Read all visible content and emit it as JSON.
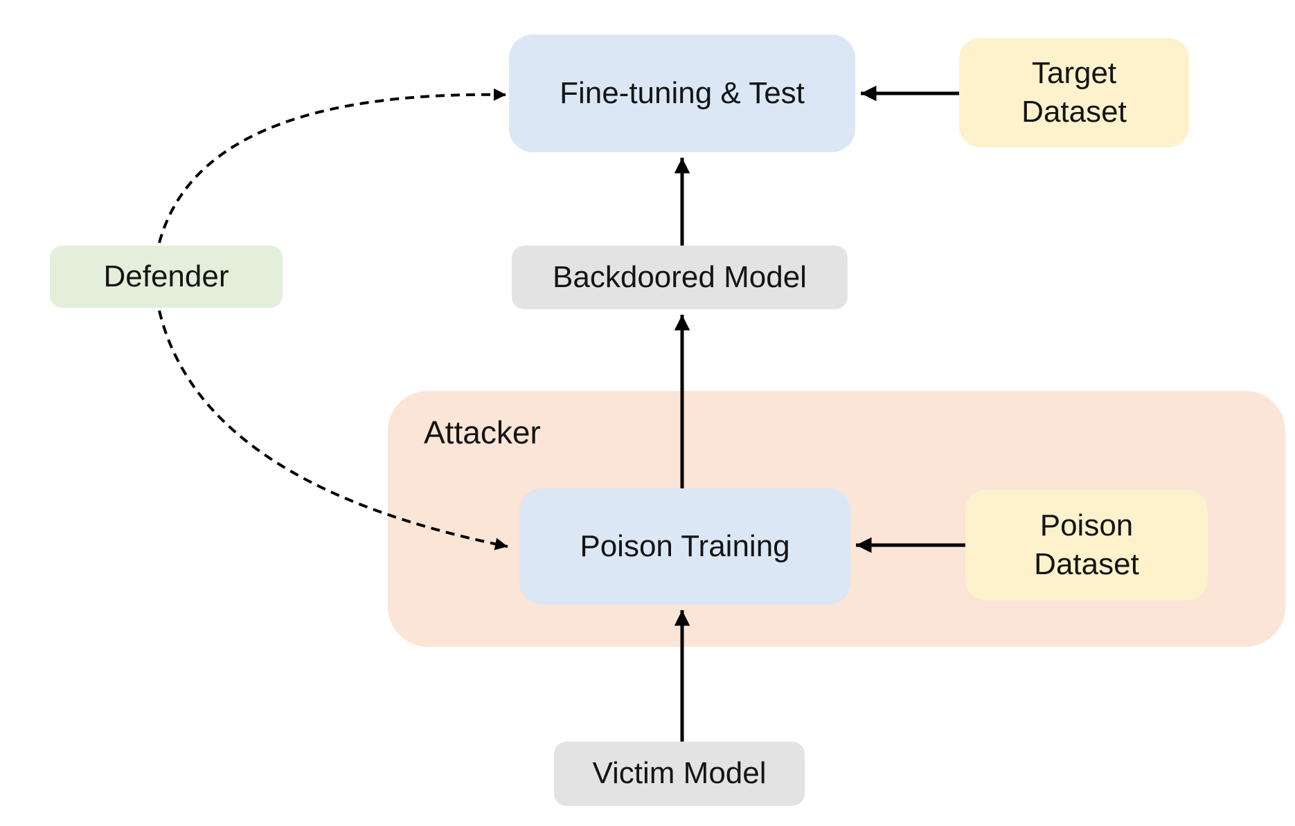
{
  "diagram": {
    "description": "Backdoor attack pipeline diagram with attacker and defender roles",
    "colors": {
      "box_blue": "#dbe7f4",
      "box_yellow": "#fdf2cc",
      "box_green": "#e3efda",
      "box_gray": "#e3e3e3",
      "container_peach": "#fbe5d6",
      "line_black": "#000000",
      "text": "#141414",
      "background": "#ffffff"
    },
    "nodes": {
      "finetune": {
        "label": "Fine-tuning & Test"
      },
      "target_dataset": {
        "label": "Target\nDataset"
      },
      "defender": {
        "label": "Defender"
      },
      "backdoored_model": {
        "label": "Backdoored Model"
      },
      "attacker_region": {
        "label": "Attacker"
      },
      "poison_training": {
        "label": "Poison Training"
      },
      "poison_dataset": {
        "label": "Poison\nDataset"
      },
      "victim_model": {
        "label": "Victim Model"
      }
    },
    "edges": [
      {
        "from": "target_dataset",
        "to": "finetune",
        "style": "solid-arrow"
      },
      {
        "from": "backdoored_model",
        "to": "finetune",
        "style": "solid-arrow"
      },
      {
        "from": "poison_training",
        "to": "backdoored_model",
        "style": "solid-arrow"
      },
      {
        "from": "poison_dataset",
        "to": "poison_training",
        "style": "solid-arrow"
      },
      {
        "from": "victim_model",
        "to": "poison_training",
        "style": "solid-arrow"
      },
      {
        "from": "defender",
        "to": "finetune",
        "style": "dashed-arrow"
      },
      {
        "from": "defender",
        "to": "poison_training",
        "style": "dashed-arrow"
      }
    ]
  }
}
